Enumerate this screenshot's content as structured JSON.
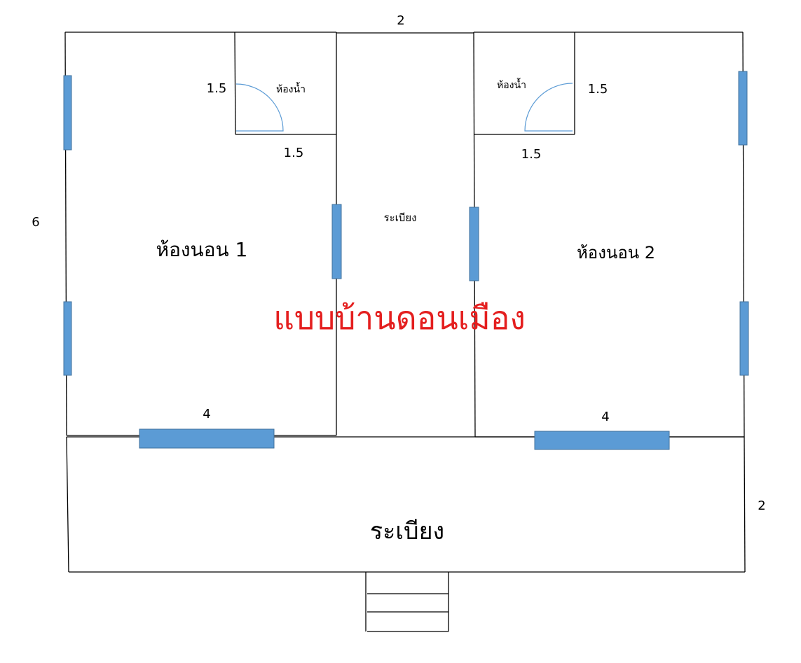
{
  "title": "แบบบ้านดอนเมือง",
  "title_color": "#e41f1f",
  "window_color": "#5b9bd5",
  "rooms": {
    "bedroom1": "ห้องนอน 1",
    "bedroom2": "ห้องนอน 2",
    "bathroom1": "ห้องน้ำ",
    "bathroom2": "ห้องน้ำ",
    "corridor": "ระเบียง",
    "veranda": "ระเบียง"
  },
  "dimensions": {
    "top_width": "2",
    "left_height": "6",
    "bath1_height": "1.5",
    "bath1_width": "1.5",
    "bath2_height": "1.5",
    "bath2_width": "1.5",
    "bedroom1_width": "4",
    "bedroom2_width": "4",
    "veranda_depth": "2"
  }
}
